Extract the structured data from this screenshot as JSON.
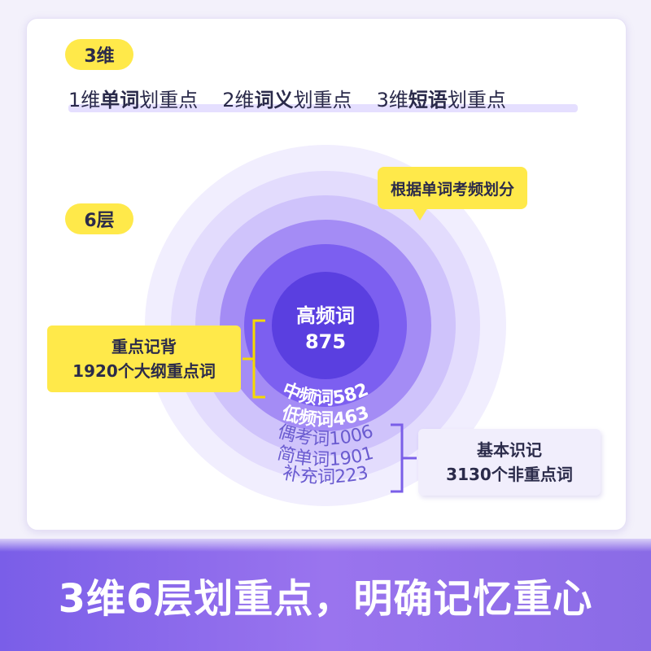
{
  "dimensions": {
    "badge": "3维",
    "items": [
      {
        "prefix": "1维",
        "bold": "单词",
        "suffix": "划重点"
      },
      {
        "prefix": "2维",
        "bold": "词义",
        "suffix": "划重点"
      },
      {
        "prefix": "3维",
        "bold": "短语",
        "suffix": "划重点"
      }
    ]
  },
  "layers": {
    "badge": "6层",
    "bubble": "根据单词考频划分",
    "core": {
      "label": "高频词",
      "count": "875"
    },
    "rings": [
      {
        "label": "中频词582",
        "color": "#ffffff"
      },
      {
        "label": "低频词463",
        "color": "#ffffff"
      },
      {
        "label": "偶考词1006",
        "color": "#6a5bd0"
      },
      {
        "label": "简单词1901",
        "color": "#6a5bd0"
      },
      {
        "label": "补充词223",
        "color": "#6a5bd0"
      }
    ],
    "key_group": {
      "line1": "重点记背",
      "line2": "1920个大纲重点词"
    },
    "basic_group": {
      "line1": "基本识记",
      "line2": "3130个非重点词"
    }
  },
  "colors": {
    "accent_yellow": "#ffe94a",
    "purple_dark": "#5a3fe0",
    "purple_light": "#e9e3ff",
    "footer": "#8a6be6"
  },
  "footer": {
    "slogan": "3维6层划重点，明确记忆重心"
  }
}
